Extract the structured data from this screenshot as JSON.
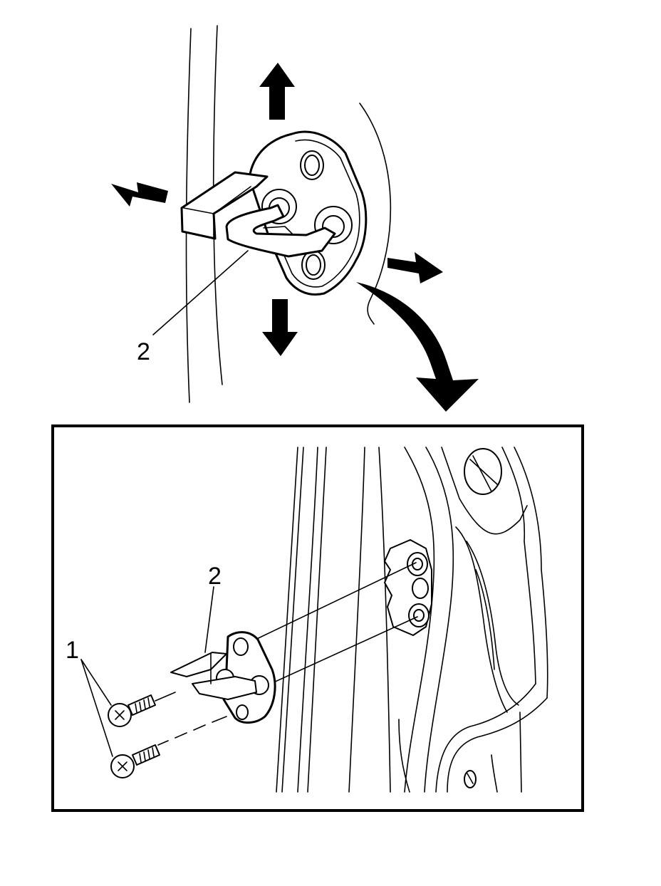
{
  "callouts": {
    "top_striker": "2",
    "inset_striker": "2",
    "inset_bolts": "1"
  },
  "colors": {
    "line": "#000000",
    "background": "#ffffff"
  },
  "icons": [
    "arrow-up-icon",
    "arrow-left-icon",
    "arrow-right-icon",
    "arrow-down-icon",
    "curved-arrow-icon"
  ]
}
